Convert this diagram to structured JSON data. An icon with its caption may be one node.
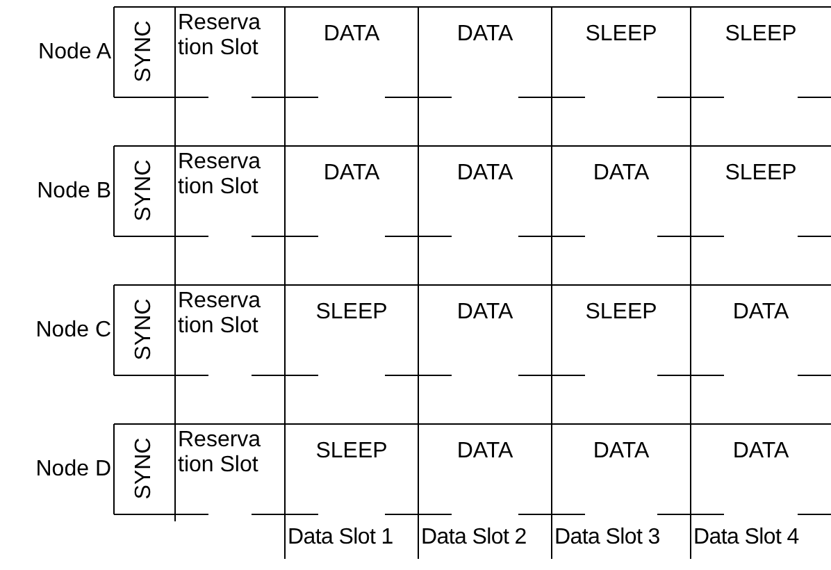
{
  "diagram": {
    "labels": [
      "Node A",
      "SYNC",
      "Reservation Slot",
      "DATA",
      "DATA",
      "SLEEP",
      "SLEEP",
      "Node B",
      "SYNC",
      "Reservation Slot",
      "DATA",
      "DATA",
      "DATA",
      "SLEEP",
      "Node C",
      "SYNC",
      "Reservation Slot",
      "SLEEP",
      "DATA",
      "SLEEP",
      "DATA",
      "Node D",
      "SYNC",
      "Reservation Slot",
      "SLEEP",
      "DATA",
      "DATA",
      "DATA",
      "Data Slot 1",
      "Data Slot 2",
      "Data Slot 3",
      "Data Slot 4"
    ]
  }
}
